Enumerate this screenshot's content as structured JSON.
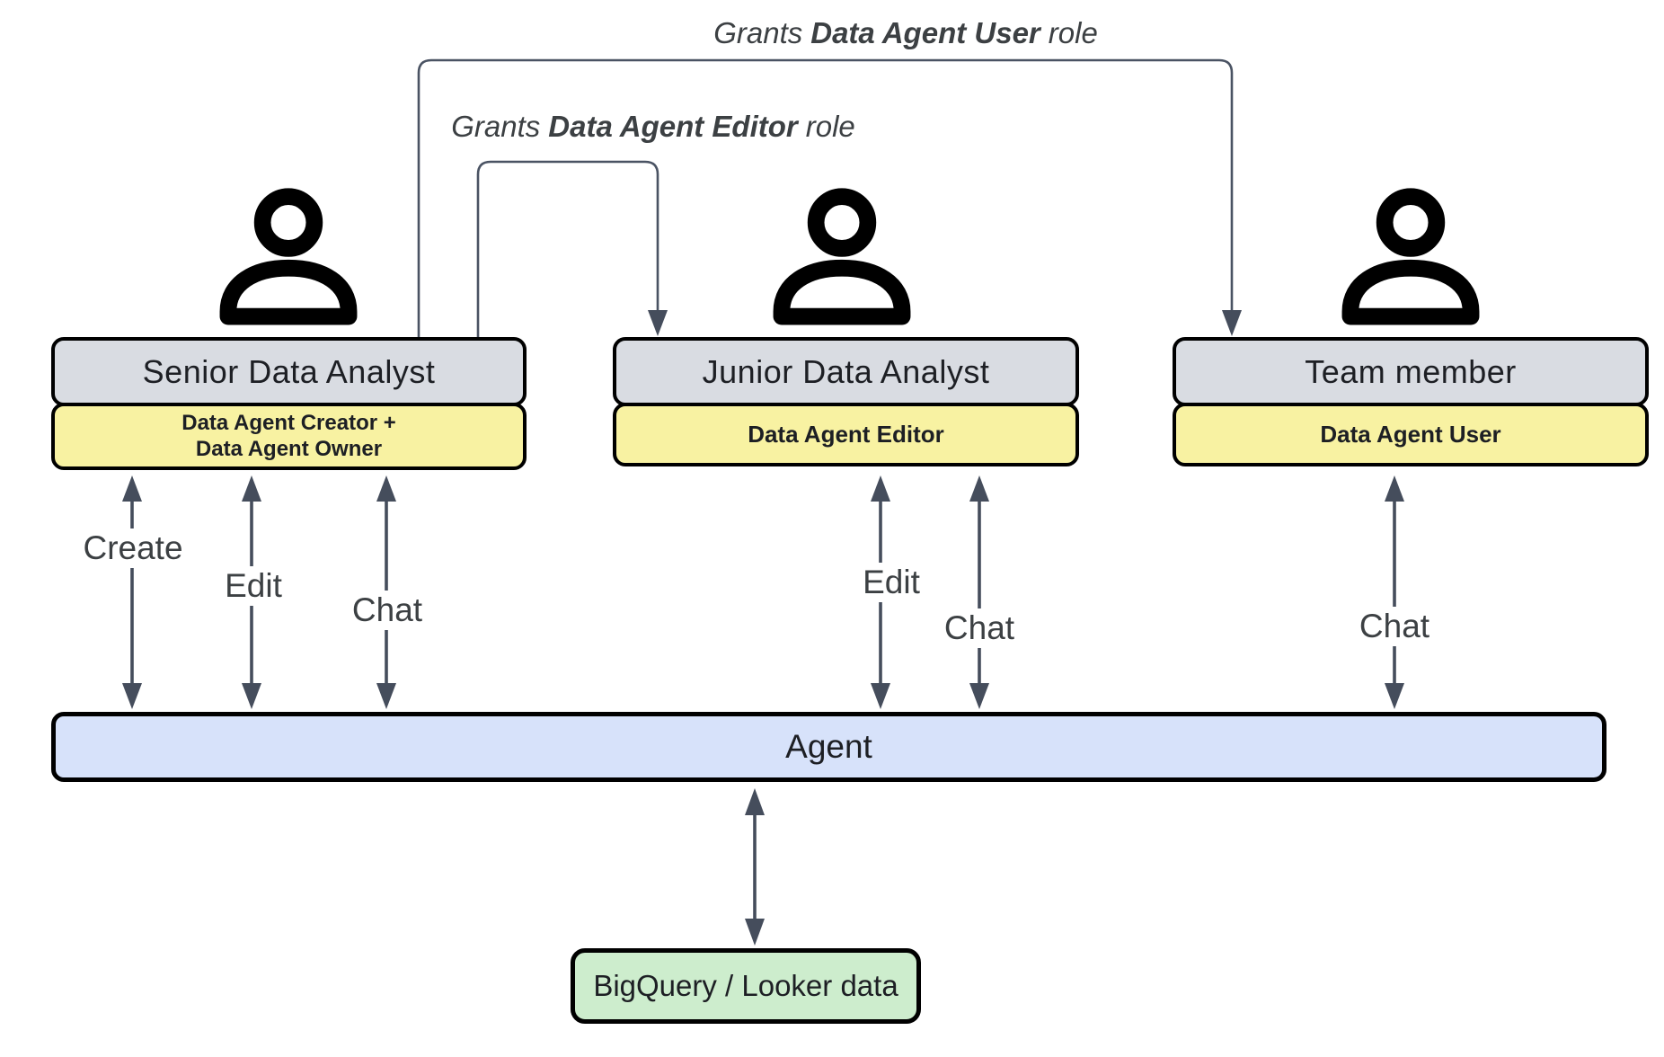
{
  "grant_labels": {
    "user": {
      "prefix": "Grants",
      "bold": "Data Agent User",
      "suffix": "role"
    },
    "editor": {
      "prefix": "Grants",
      "bold": "Data Agent Editor",
      "suffix": "role"
    }
  },
  "roles": [
    {
      "title": "Senior Data Analyst",
      "badge_lines": [
        "Data Agent Creator +",
        "Data Agent Owner"
      ],
      "actions": [
        "Create",
        "Edit",
        "Chat"
      ]
    },
    {
      "title": "Junior Data Analyst",
      "badge_lines": [
        "Data Agent Editor"
      ],
      "actions": [
        "Edit",
        "Chat"
      ]
    },
    {
      "title": "Team member",
      "badge_lines": [
        "Data Agent User"
      ],
      "actions": [
        "Chat"
      ]
    }
  ],
  "agent": {
    "label": "Agent"
  },
  "datasource": {
    "label": "BigQuery / Looker data"
  },
  "colors": {
    "role_box_fill": "#d9dce2",
    "badge_fill": "#f8f2a2",
    "agent_fill": "#d7e2fa",
    "datasource_fill": "#cdedcd",
    "arrow": "#454d5c",
    "wire": "#4a5363",
    "border": "#000000",
    "text": "#1d1f24",
    "muted_text": "#3c4043"
  }
}
